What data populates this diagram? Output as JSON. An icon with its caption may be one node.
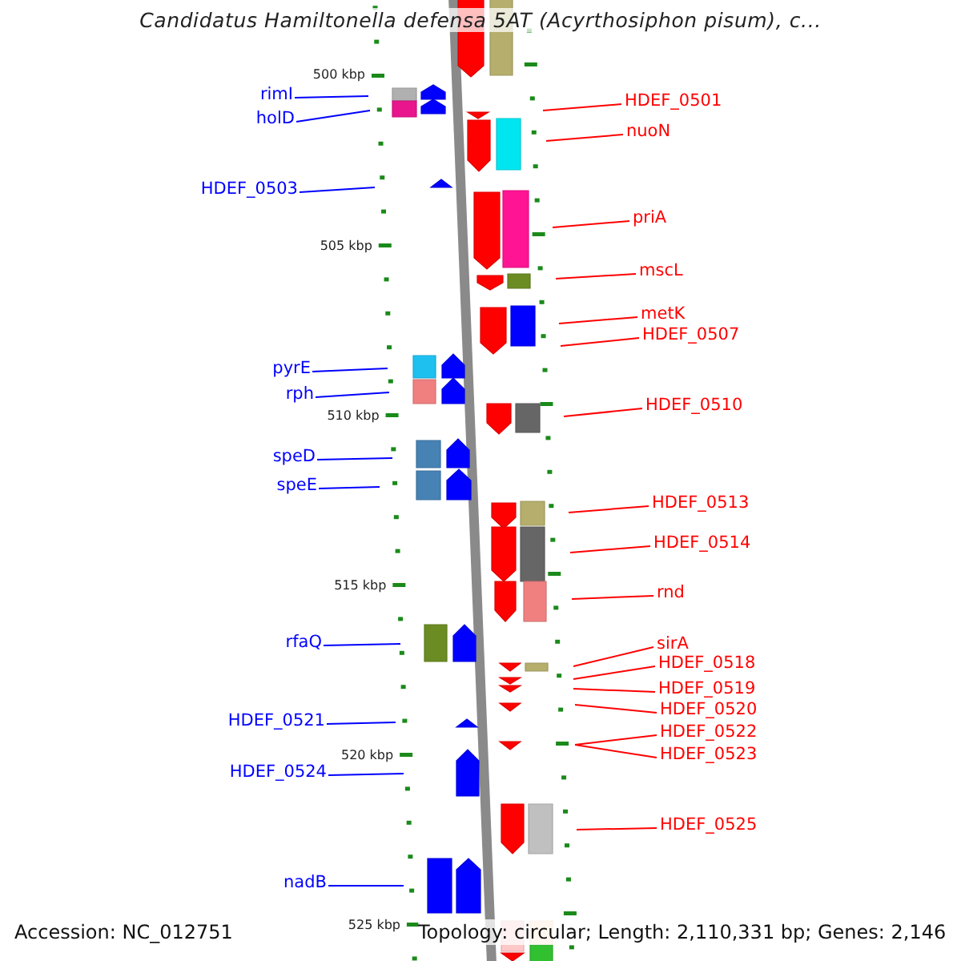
{
  "diagram": {
    "title": "Candidatus Hamiltonella defensa 5AT (Acyrthosiphon pisum), c...",
    "nodes": [
      {
        "text": [
          "rimI"
        ]
      },
      {
        "text": [
          "HDEF_0501"
        ]
      },
      {
        "text": [
          "holD"
        ]
      },
      {
        "text": [
          "nuoN"
        ]
      },
      {
        "text": [
          "HDEF_0503"
        ]
      },
      {
        "text": [
          "priA"
        ]
      },
      {
        "text": [
          "mscL"
        ]
      },
      {
        "text": [
          "metK"
        ]
      },
      {
        "text": [
          "HDEF_0507"
        ]
      },
      {
        "text": [
          "pyrE"
        ]
      },
      {
        "text": [
          "rph"
        ]
      },
      {
        "text": [
          "HDEF_0510"
        ]
      },
      {
        "text": [
          "speD"
        ]
      },
      {
        "text": [
          "speE"
        ]
      },
      {
        "text": [
          "HDEF_0513"
        ]
      },
      {
        "text": [
          "HDEF_0514"
        ]
      },
      {
        "text": [
          "rnd"
        ]
      },
      {
        "text": [
          "sirA"
        ]
      },
      {
        "text": [
          "rfaQ"
        ]
      },
      {
        "text": [
          "HDEF_0518"
        ]
      },
      {
        "text": [
          "HDEF_0519"
        ]
      },
      {
        "text": [
          "HDEF_0520"
        ]
      },
      {
        "text": [
          "HDEF_0521"
        ]
      },
      {
        "text": [
          "HDEF_0522"
        ]
      },
      {
        "text": [
          "HDEF_0523"
        ]
      },
      {
        "text": [
          "HDEF_0524"
        ]
      },
      {
        "text": [
          "HDEF_0525"
        ]
      },
      {
        "text": [
          "nadB"
        ]
      }
    ],
    "edges": [
      {
        "from": 0,
        "to": null,
        "arrow": "none",
        "color": "#0000ff"
      },
      {
        "from": 1,
        "to": null,
        "arrow": "none"
      },
      {
        "from": 2,
        "to": null,
        "arrow": "none",
        "color": "#0000ff"
      },
      {
        "from": 3,
        "to": null,
        "arrow": "none"
      },
      {
        "from": 4,
        "to": null,
        "arrow": "none",
        "color": "#0000ff"
      },
      {
        "from": 5,
        "to": null,
        "arrow": "none"
      },
      {
        "from": 6,
        "to": null,
        "arrow": "none"
      },
      {
        "from": 7,
        "to": null,
        "arrow": "none"
      },
      {
        "from": 8,
        "to": null,
        "arrow": "none"
      },
      {
        "from": 9,
        "to": null,
        "arrow": "none",
        "color": "#0000ff"
      },
      {
        "from": 10,
        "to": null,
        "arrow": "none",
        "color": "#0000ff"
      },
      {
        "from": 11,
        "to": null,
        "arrow": "none"
      },
      {
        "from": 12,
        "to": null,
        "arrow": "none",
        "color": "#0000ff"
      },
      {
        "from": 13,
        "to": null,
        "arrow": "none",
        "color": "#0000ff"
      },
      {
        "from": 14,
        "to": null,
        "arrow": "none"
      },
      {
        "from": 15,
        "to": null,
        "arrow": "none"
      },
      {
        "from": 16,
        "to": null,
        "arrow": "none"
      },
      {
        "from": 17,
        "to": null,
        "arrow": "none"
      },
      {
        "from": 18,
        "to": null,
        "arrow": "none",
        "color": "#0000ff"
      },
      {
        "from": 19,
        "to": null,
        "arrow": "none"
      },
      {
        "from": 20,
        "to": null,
        "arrow": "none"
      },
      {
        "from": 21,
        "to": null,
        "arrow": "none"
      },
      {
        "from": 22,
        "to": null,
        "arrow": "none",
        "color": "#0000ff"
      },
      {
        "from": 23,
        "to": null,
        "arrow": "none"
      },
      {
        "from": 24,
        "to": null,
        "arrow": "none"
      },
      {
        "from": 25,
        "to": null,
        "arrow": "none",
        "color": "#0000ff"
      },
      {
        "from": 26,
        "to": null,
        "arrow": "none"
      },
      {
        "from": 27,
        "to": null,
        "arrow": "none",
        "color": "#0000ff"
      }
    ],
    "labels": [
      "500 kbp",
      "505 kbp",
      "510 kbp",
      "515 kbp",
      "520 kbp",
      "525 kbp",
      "Accession: NC_012751",
      "Topology: circular; Length: 2,110,331 bp; Genes: 2,146"
    ]
  }
}
